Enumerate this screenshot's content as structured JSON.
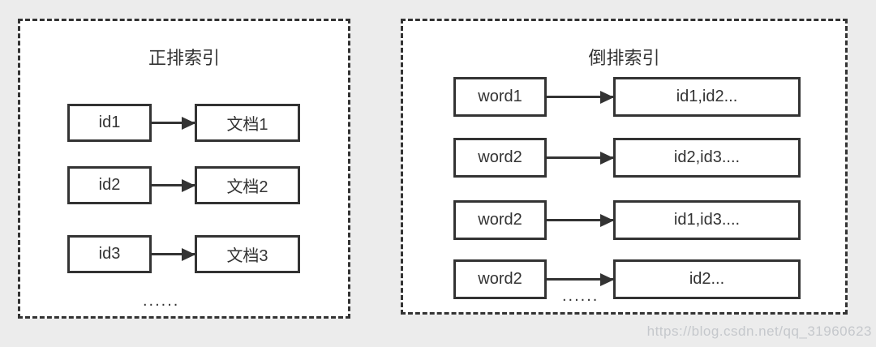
{
  "colors": {
    "background": "#ececec",
    "ink": "#333333",
    "panel_bg": "#ffffff",
    "watermark": "#bfc2c7"
  },
  "panels": {
    "forward": {
      "title": "正排索引",
      "rows": [
        {
          "source": "id1",
          "target": "文档1"
        },
        {
          "source": "id2",
          "target": "文档2"
        },
        {
          "source": "id3",
          "target": "文档3"
        }
      ],
      "ellipsis": "......"
    },
    "inverted": {
      "title": "倒排索引",
      "rows": [
        {
          "source": "word1",
          "target": "id1,id2..."
        },
        {
          "source": "word2",
          "target": "id2,id3...."
        },
        {
          "source": "word2",
          "target": "id1,id3...."
        },
        {
          "source": "word2",
          "target": "id2..."
        }
      ],
      "ellipsis": "......"
    }
  },
  "watermark": "https://blog.csdn.net/qq_31960623"
}
